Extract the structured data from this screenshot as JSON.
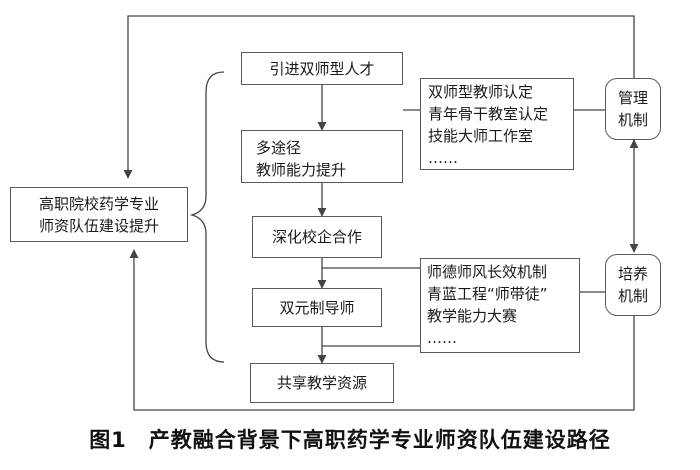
{
  "goal": {
    "lines": [
      "高职院校药学专业",
      "师资队伍建设提升"
    ]
  },
  "steps": [
    {
      "lines": [
        "引进双师型人才"
      ]
    },
    {
      "lines": [
        "多途径",
        "教师能力提升"
      ]
    },
    {
      "lines": [
        "深化校企合作"
      ]
    },
    {
      "lines": [
        "双元制导师"
      ]
    },
    {
      "lines": [
        "共享教学资源"
      ]
    }
  ],
  "mechanisms": {
    "management": {
      "lines": [
        "管理",
        "机制"
      ]
    },
    "training": {
      "lines": [
        "培养",
        "机制"
      ]
    }
  },
  "details": {
    "management": {
      "lines": [
        "双师型教师认定",
        "青年骨干教室认定",
        "技能大师工作室",
        "……"
      ]
    },
    "training": {
      "lines": [
        "师德师风长效机制",
        "青蓝工程“师带徒”",
        "教学能力大赛",
        "……"
      ]
    }
  },
  "caption": "图1　产教融合背景下高职药学专业师资队伍建设路径"
}
